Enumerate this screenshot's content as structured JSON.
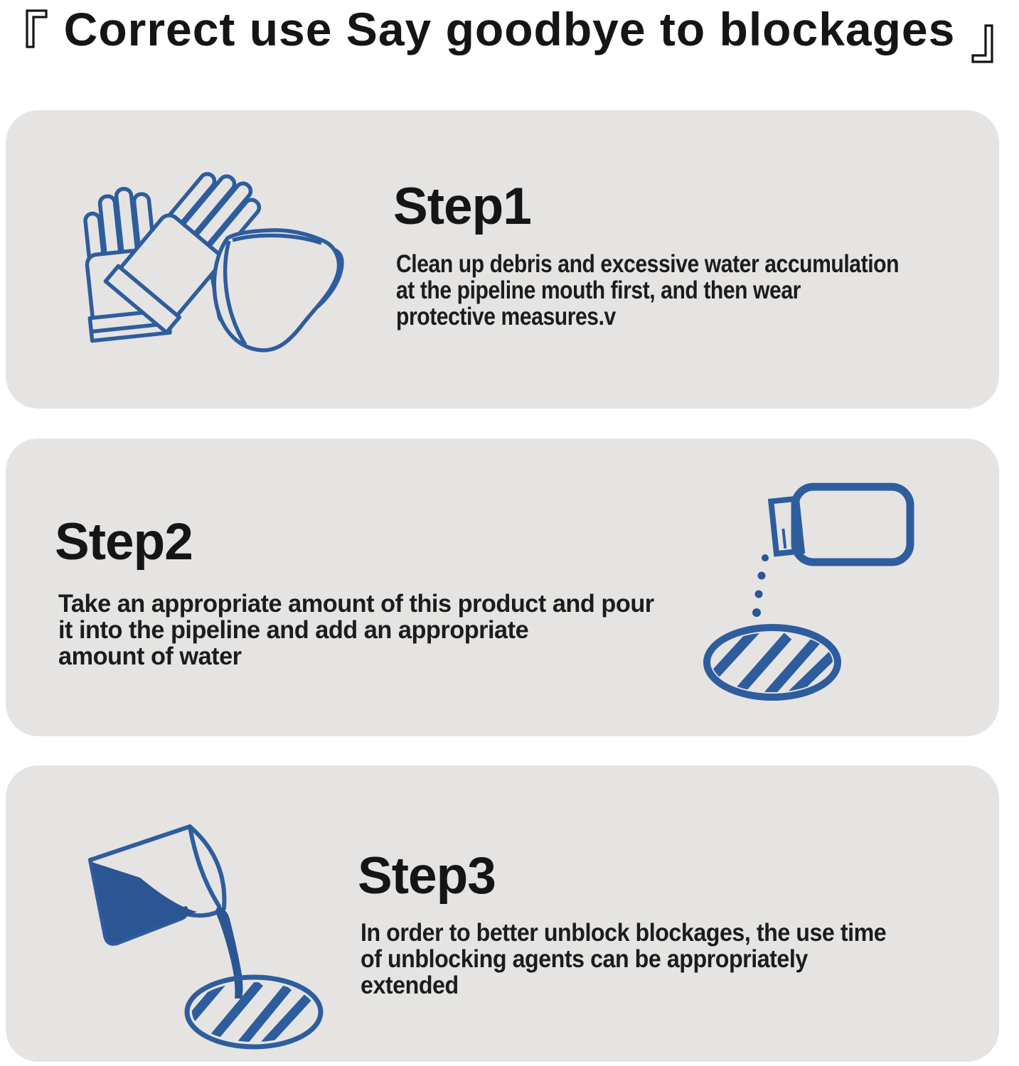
{
  "title": {
    "bracket_open": "『",
    "text": "Correct use Say goodbye to blockages",
    "bracket_close": "』"
  },
  "steps": [
    {
      "heading": "Step1",
      "body": "Clean up debris and excessive water accumulation\nat the pipeline mouth first, and then wear\nprotective measures.v",
      "icon": "gloves-and-mask-icon"
    },
    {
      "heading": "Step2",
      "body": "Take an appropriate amount of this product and pour\nit into the pipeline and add an appropriate\namount of water",
      "icon": "bottle-pouring-into-drain-icon"
    },
    {
      "heading": "Step3",
      "body": "In order to better unblock blockages, the use time\nof unblocking agents can be appropriately\nextended",
      "icon": "cup-pouring-into-drain-icon"
    }
  ],
  "colors": {
    "page_bg": "#ffffff",
    "panel_bg": "#e5e4e2",
    "text": "#151515",
    "icon_stroke": "#2e5d9e",
    "icon_fill": "#2b5593"
  }
}
